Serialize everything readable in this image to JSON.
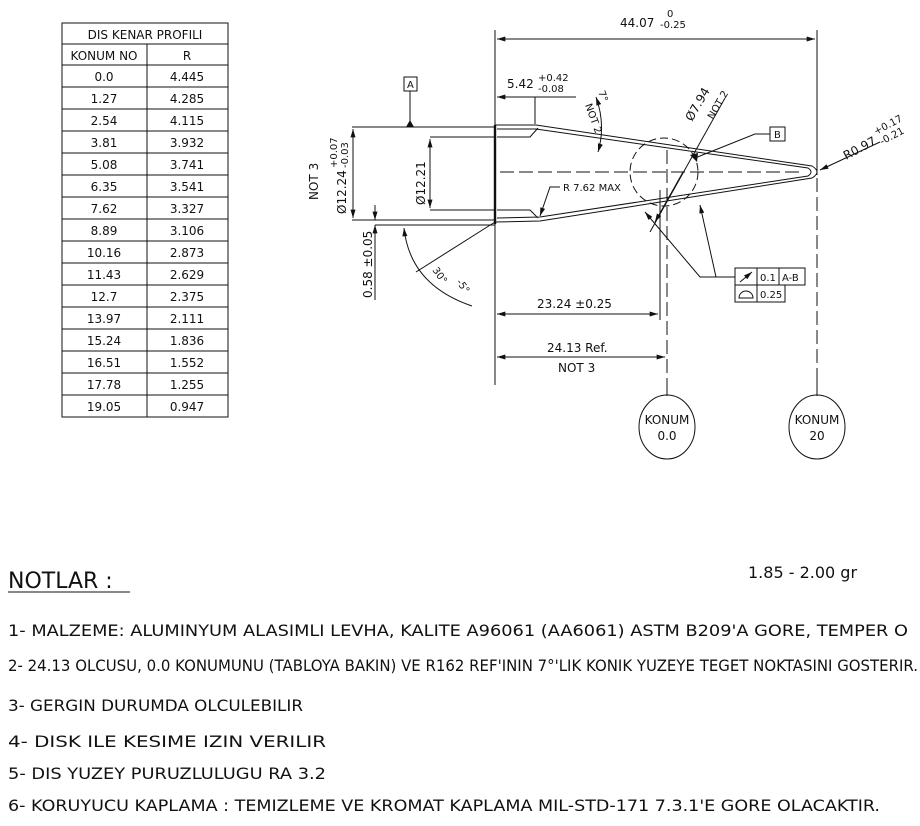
{
  "table": {
    "title": "DIS KENAR PROFILI",
    "headers": [
      "KONUM NO",
      "R"
    ],
    "rows": [
      [
        "0.0",
        "4.445"
      ],
      [
        "1.27",
        "4.285"
      ],
      [
        "2.54",
        "4.115"
      ],
      [
        "3.81",
        "3.932"
      ],
      [
        "5.08",
        "3.741"
      ],
      [
        "6.35",
        "3.541"
      ],
      [
        "7.62",
        "3.327"
      ],
      [
        "8.89",
        "3.106"
      ],
      [
        "10.16",
        "2.873"
      ],
      [
        "11.43",
        "2.629"
      ],
      [
        "12.7",
        "2.375"
      ],
      [
        "13.97",
        "2.111"
      ],
      [
        "15.24",
        "1.836"
      ],
      [
        "16.51",
        "1.552"
      ],
      [
        "17.78",
        "1.255"
      ],
      [
        "19.05",
        "0.947"
      ]
    ]
  },
  "dims": {
    "overall": "44.07",
    "overall_tol_up": "0",
    "overall_tol_low": "-0.25",
    "shoulder": "5.42",
    "shoulder_tol_up": "+0.42",
    "shoulder_tol_low": "-0.08",
    "angle7": "7°",
    "angle7_note": "NOT 2",
    "dia794": "Ø7.94",
    "dia794_note": "NOT 2",
    "tip_radius": "R0.97",
    "tip_tol_up": "+0.17",
    "tip_tol_low": "-0.21",
    "datum_a": "A",
    "datum_b": "B",
    "outer_note": "NOT 3",
    "outer_dia": "Ø12.24",
    "outer_tol_up": "+0.07",
    "outer_tol_low": "-0.03",
    "inner_dia": "Ø12.21",
    "radius_max": "R 7.62 MAX",
    "wall": "0.58 ±0.05",
    "angle30": "30°",
    "angle30_tol": "-5°",
    "len2324": "23.24 ±0.25",
    "len2413": "24.13 Ref.",
    "len2413_note": "NOT 3",
    "fcf_runout_value": "0.1",
    "fcf_runout_datum": "A-B",
    "fcf_profile_value": "0.25"
  },
  "balloons": [
    {
      "label": "KONUM",
      "value": "0.0"
    },
    {
      "label": "KONUM",
      "value": "20"
    }
  ],
  "weight": "1.85 - 2.00 gr",
  "notes": {
    "title": "NOTLAR :",
    "items": [
      "1- MALZEME: ALUMINYUM ALASIMLI LEVHA, KALITE A96061 (AA6061) ASTM B209'A GORE, TEMPER O",
      "2- 24.13 OLCUSU, 0.0 KONUMUNU (TABLOYA BAKIN) VE R162 REF'ININ 7°'LIK KONIK YUZEYE TEGET NOKTASINI GOSTERIR.",
      "3- GERGIN DURUMDA OLCULEBILIR",
      "4- DISK ILE KESIME IZIN VERILIR",
      "5- DIS YUZEY PURUZLULUGU RA 3.2",
      "6- KORUYUCU KAPLAMA : TEMIZLEME VE KROMAT KAPLAMA MIL-STD-171 7.3.1'E GORE OLACAKTIR."
    ]
  }
}
